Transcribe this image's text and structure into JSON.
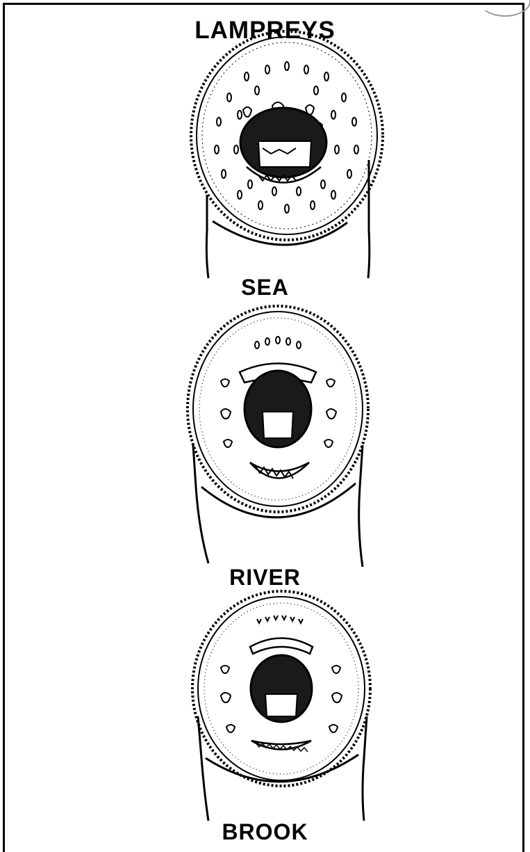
{
  "title": "LAMPREYS",
  "labels": {
    "sea": "SEA",
    "river": "RIVER",
    "brook": "BROOK"
  }
}
